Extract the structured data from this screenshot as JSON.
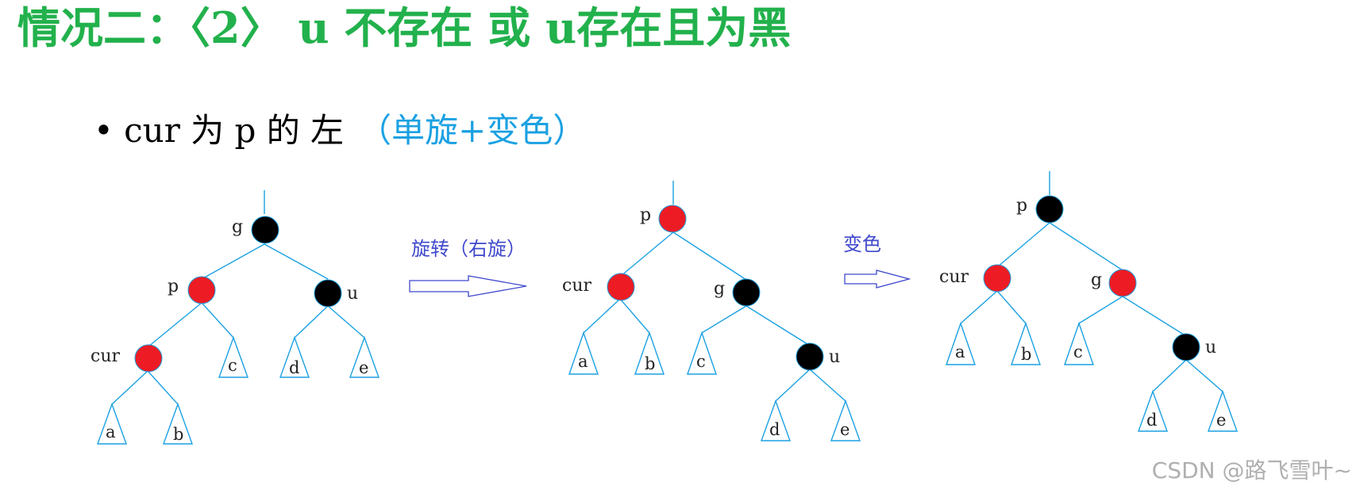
{
  "header": {
    "title": "情况二：〈2〉 u 不存在 或 u存在且为黑",
    "case": "• cur 为 p 的 左",
    "operation": "（单旋+变色）"
  },
  "steps": [
    {
      "label": "旋转（右旋）"
    },
    {
      "label": "变色"
    }
  ],
  "colors": {
    "title": "#22b14c",
    "accent": "#1ba1e2",
    "operation_label": "#3f48cc",
    "edge": "#1ba1e2",
    "red_node": "#ed1c24",
    "black_node": "#000000",
    "arrow": "#3f48cc"
  },
  "trees": [
    {
      "state": "before",
      "nodes": [
        {
          "id": "g",
          "label": "g",
          "color": "black"
        },
        {
          "id": "p",
          "label": "p",
          "color": "red"
        },
        {
          "id": "u",
          "label": "u",
          "color": "black"
        },
        {
          "id": "cur",
          "label": "cur",
          "color": "red"
        }
      ],
      "subtrees": [
        "a",
        "b",
        "c",
        "d",
        "e"
      ]
    },
    {
      "state": "after_rotation",
      "nodes": [
        {
          "id": "p",
          "label": "p",
          "color": "red"
        },
        {
          "id": "cur",
          "label": "cur",
          "color": "red"
        },
        {
          "id": "g",
          "label": "g",
          "color": "black"
        },
        {
          "id": "u",
          "label": "u",
          "color": "black"
        }
      ],
      "subtrees": [
        "a",
        "b",
        "c",
        "d",
        "e"
      ]
    },
    {
      "state": "after_recolor",
      "nodes": [
        {
          "id": "p",
          "label": "p",
          "color": "black"
        },
        {
          "id": "cur",
          "label": "cur",
          "color": "red"
        },
        {
          "id": "g",
          "label": "g",
          "color": "red"
        },
        {
          "id": "u",
          "label": "u",
          "color": "black"
        }
      ],
      "subtrees": [
        "a",
        "b",
        "c",
        "d",
        "e"
      ]
    }
  ],
  "watermark": "CSDN @路飞雪叶~"
}
